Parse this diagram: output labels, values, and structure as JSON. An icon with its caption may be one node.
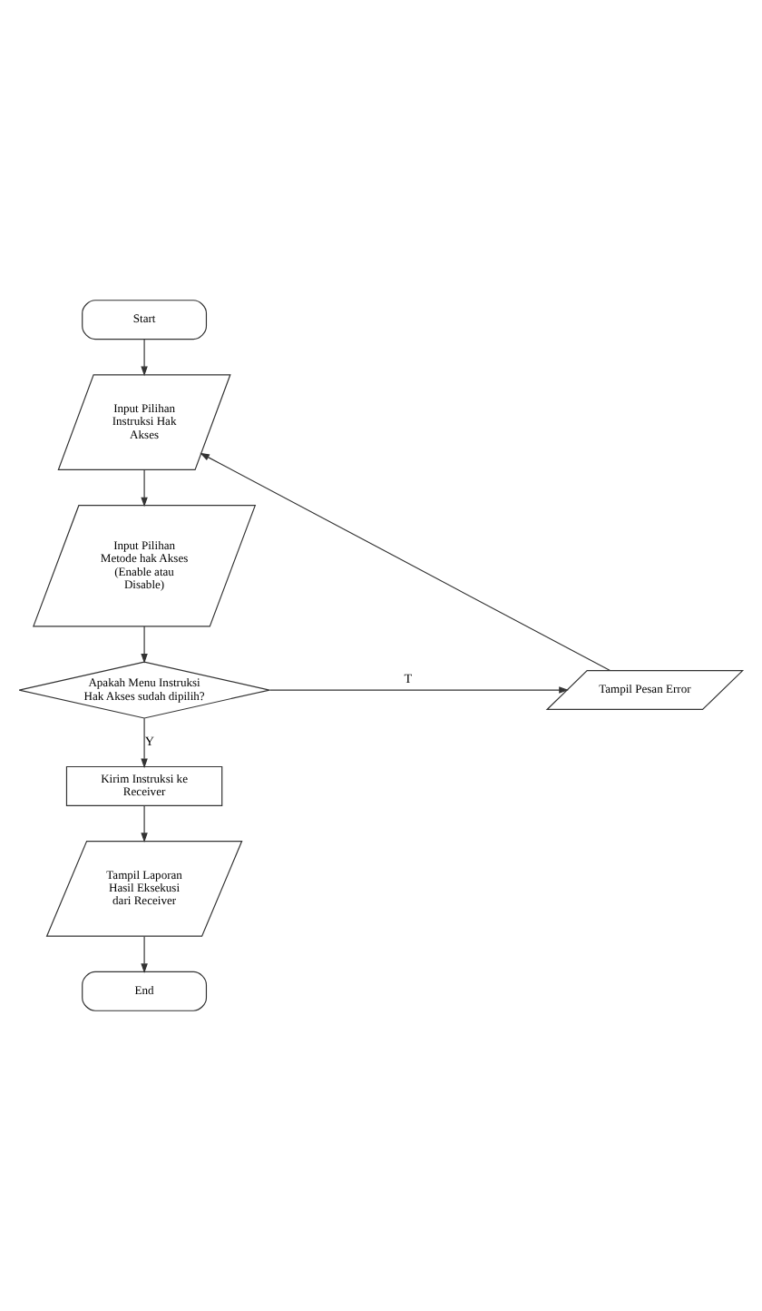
{
  "diagram": {
    "nodes": [
      {
        "text": [
          "Start"
        ]
      },
      {
        "text": [
          "Input Pilihan Instruksi Hak Akses"
        ]
      },
      {
        "text": [
          "Input Pilihan Metode hak Akses (Enable atau Disable)"
        ]
      },
      {
        "text": [
          "Apakah Menu Instruksi Hak Akses sudah dipilih?"
        ]
      },
      {
        "text": [
          "Tampil Pesan Error"
        ]
      },
      {
        "text": [
          "Kirim Instruksi ke Receiver"
        ]
      },
      {
        "text": [
          "Tampil Laporan Hasil Eksekusi dari Receiver"
        ]
      },
      {
        "text": [
          "End"
        ]
      }
    ],
    "edges": [
      {
        "from": 0,
        "to": 1,
        "arrow": "to"
      },
      {
        "from": 1,
        "to": 2,
        "arrow": "to"
      },
      {
        "from": 2,
        "to": 3,
        "arrow": "to"
      },
      {
        "from": 3,
        "to": 4,
        "label": "T",
        "arrow": "to"
      },
      {
        "from": 4,
        "to": 1,
        "arrow": "to"
      },
      {
        "from": 3,
        "to": 5,
        "label": "Y",
        "arrow": "to"
      },
      {
        "from": 5,
        "to": 6,
        "arrow": "to"
      },
      {
        "from": 6,
        "to": 7,
        "arrow": "to"
      }
    ]
  }
}
